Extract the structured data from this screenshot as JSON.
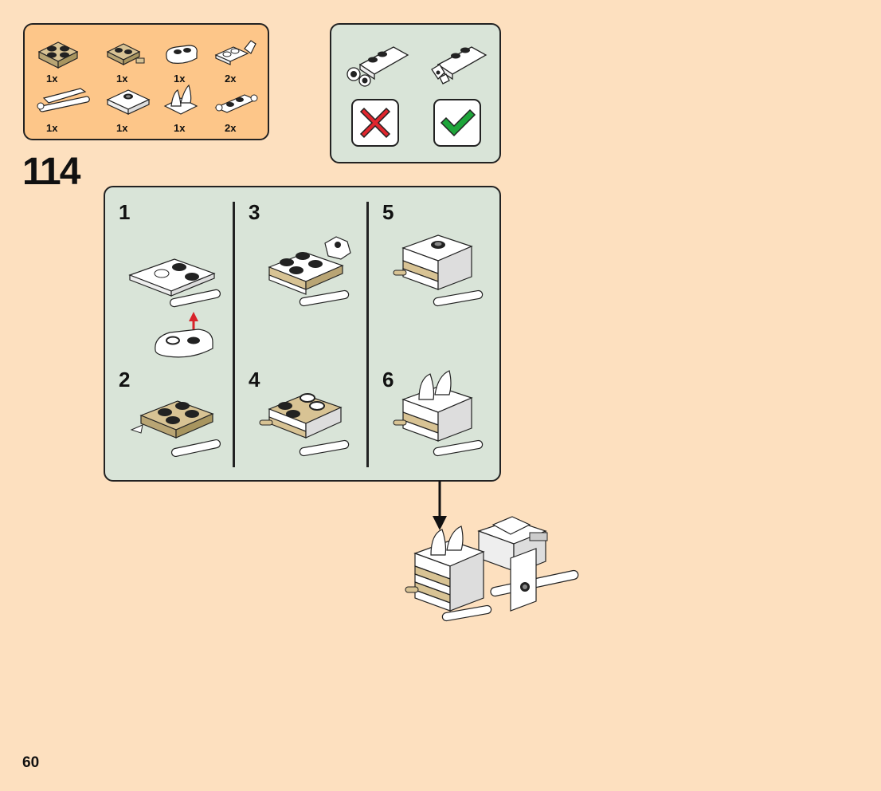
{
  "parts_list": {
    "items": [
      {
        "name": "tan-plate-2x2",
        "qty": "1x"
      },
      {
        "name": "tan-plate-with-pin",
        "qty": "1x"
      },
      {
        "name": "white-plate-rounded",
        "qty": "1x"
      },
      {
        "name": "white-plate-clip",
        "qty": "2x"
      },
      {
        "name": "white-plate-bar-handle",
        "qty": "1x"
      },
      {
        "name": "white-tile-center-stud",
        "qty": "1x"
      },
      {
        "name": "white-tooth-pair",
        "qty": "1x"
      },
      {
        "name": "white-plate-clips-1x2",
        "qty": "2x"
      }
    ]
  },
  "hint": {
    "wrong_icon": "x-mark-icon",
    "right_icon": "check-mark-icon",
    "colors": {
      "wrong": "#e0262e",
      "right": "#1ea53a"
    }
  },
  "step": {
    "number": "114"
  },
  "substeps": [
    {
      "num": "1"
    },
    {
      "num": "2"
    },
    {
      "num": "3"
    },
    {
      "num": "4"
    },
    {
      "num": "5"
    },
    {
      "num": "6"
    }
  ],
  "page": {
    "number": "60"
  },
  "colors": {
    "background": "#fde0bf",
    "parts_panel": "#fdc689",
    "step_panel": "#d9e4d8",
    "tan": "#d8c394",
    "arrow_red": "#d8232a"
  }
}
